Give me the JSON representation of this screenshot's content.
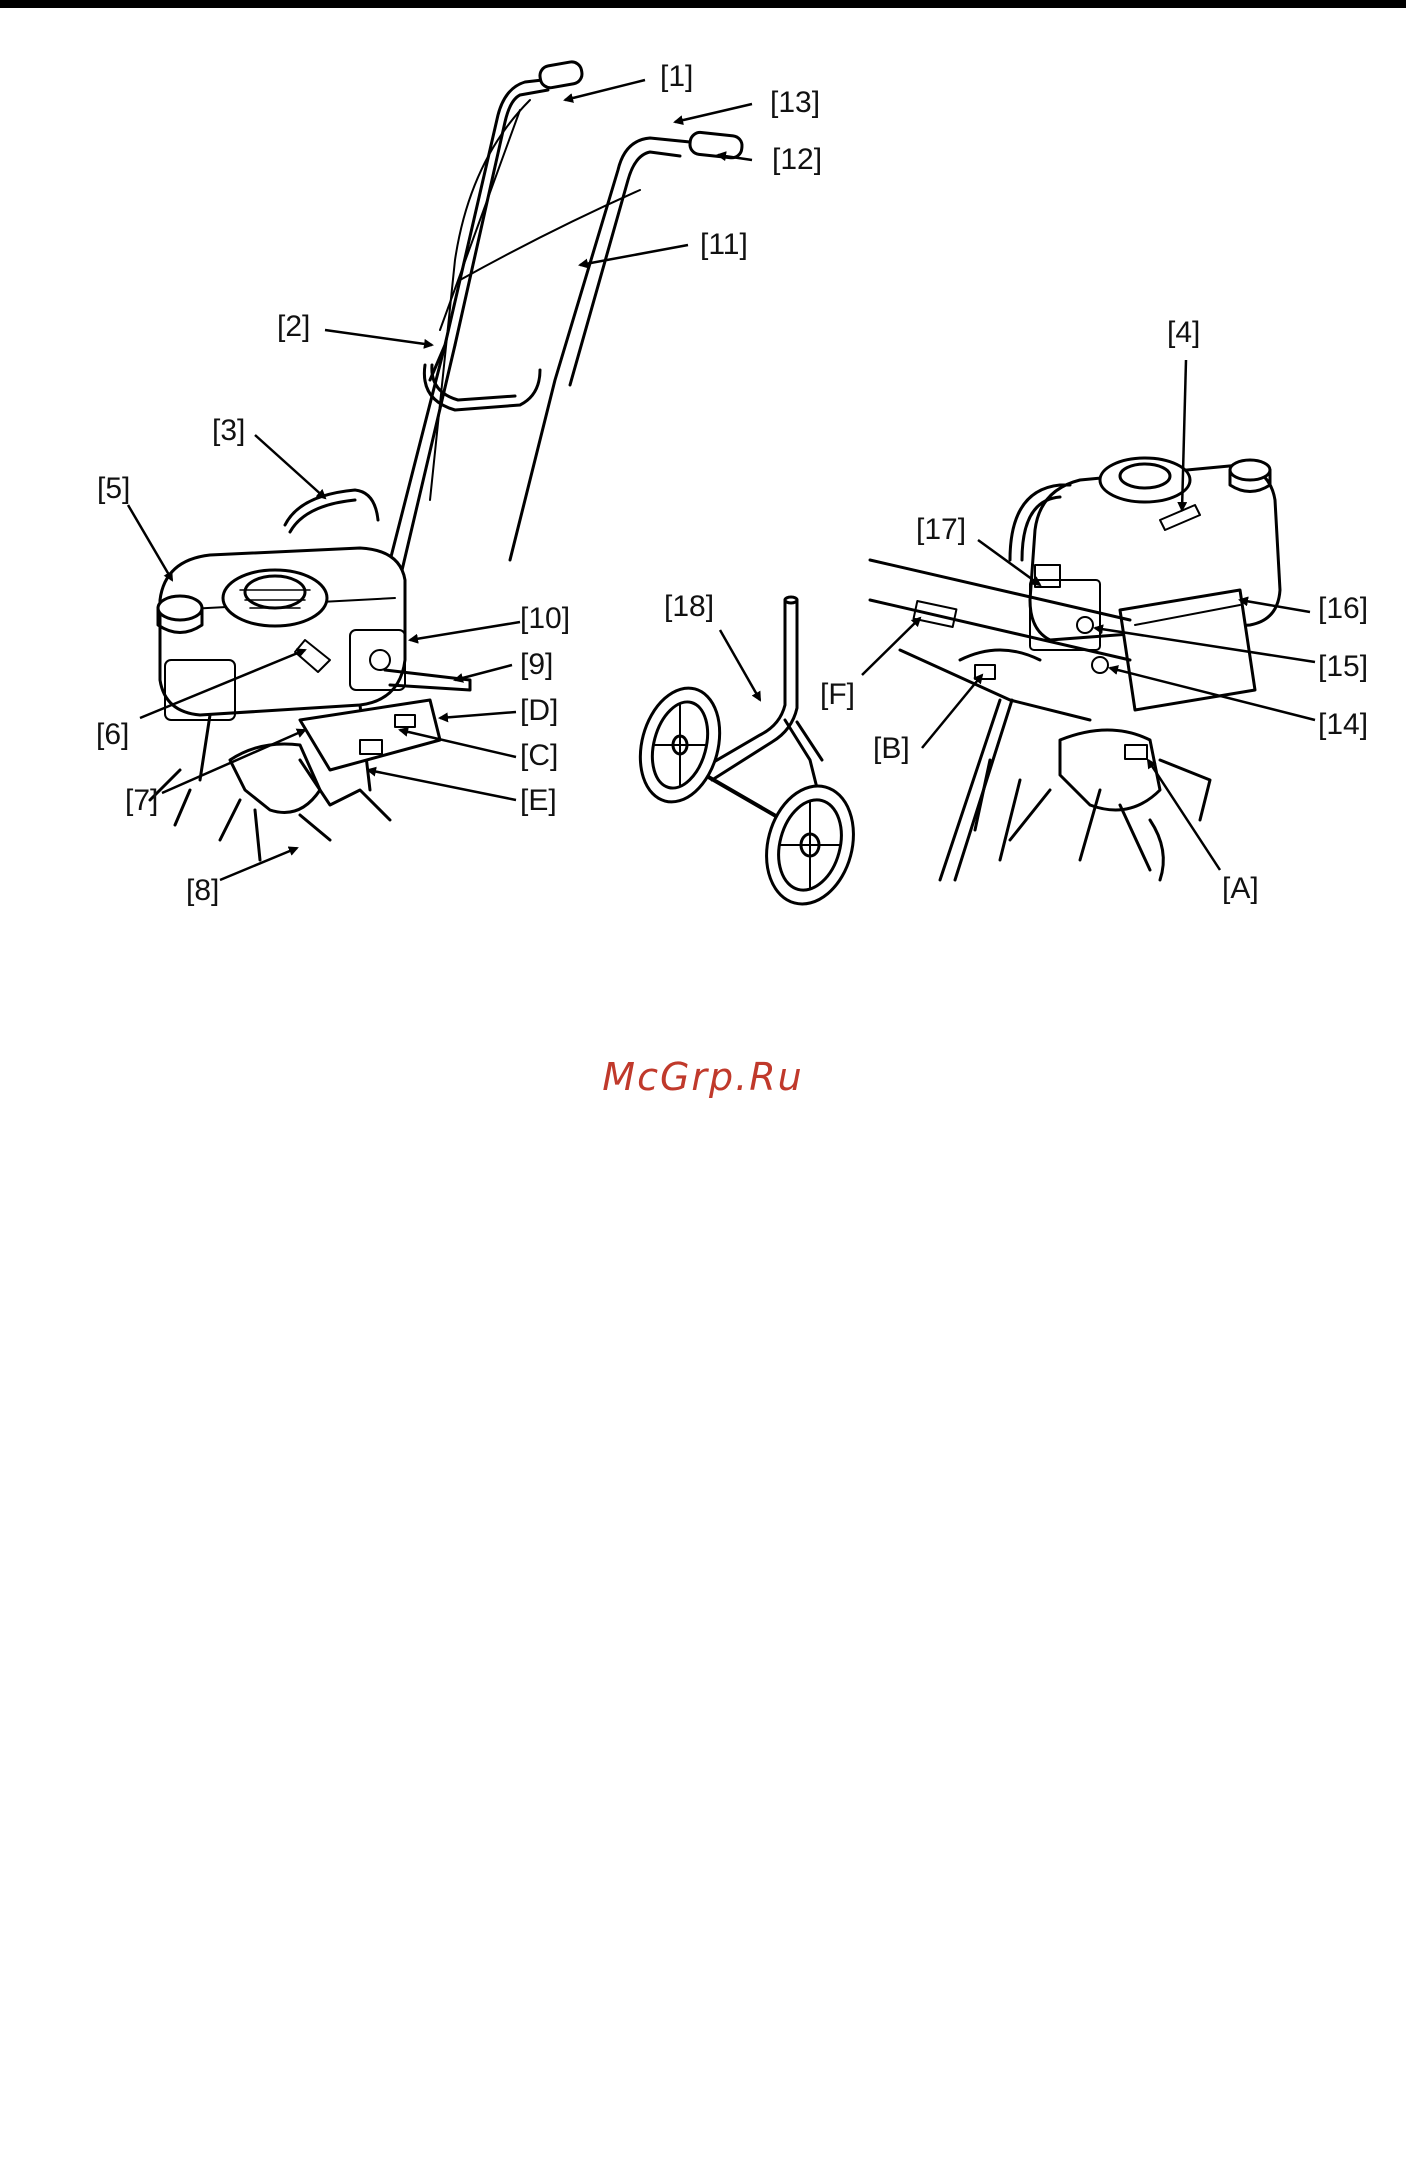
{
  "callouts": {
    "c1": "[1]",
    "c2": "[2]",
    "c3": "[3]",
    "c4": "[4]",
    "c5": "[5]",
    "c6": "[6]",
    "c7": "[7]",
    "c8": "[8]",
    "c9": "[9]",
    "c10": "[10]",
    "c11": "[11]",
    "c12": "[12]",
    "c13": "[13]",
    "c14": "[14]",
    "c15": "[15]",
    "c16": "[16]",
    "c17": "[17]",
    "c18": "[18]",
    "cA": "[A]",
    "cB": "[B]",
    "cC": "[C]",
    "cD": "[D]",
    "cE": "[E]",
    "cF": "[F]"
  },
  "watermark": "McGrp.Ru"
}
